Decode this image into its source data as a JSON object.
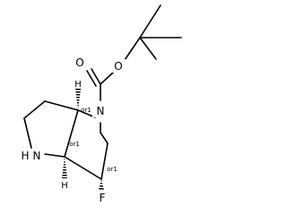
{
  "molecule": {
    "atoms": {
      "oxygen_carbonyl": "O",
      "oxygen_ester": "O",
      "nitrogen_carbamate": "N",
      "nitrogen_amine": "N",
      "amine_hydrogen": "H",
      "fluorine": "F",
      "hydrogen_top_ring_fusion": "H",
      "hydrogen_bottom_ring_fusion": "H"
    },
    "stereo_labels": {
      "top_ring_fusion": "or1",
      "bottom_ring_fusion": "or1",
      "fluoro_carbon": "or1"
    },
    "colors": {
      "bond": "#000000",
      "text": "#000000",
      "background": "#ffffff"
    }
  }
}
